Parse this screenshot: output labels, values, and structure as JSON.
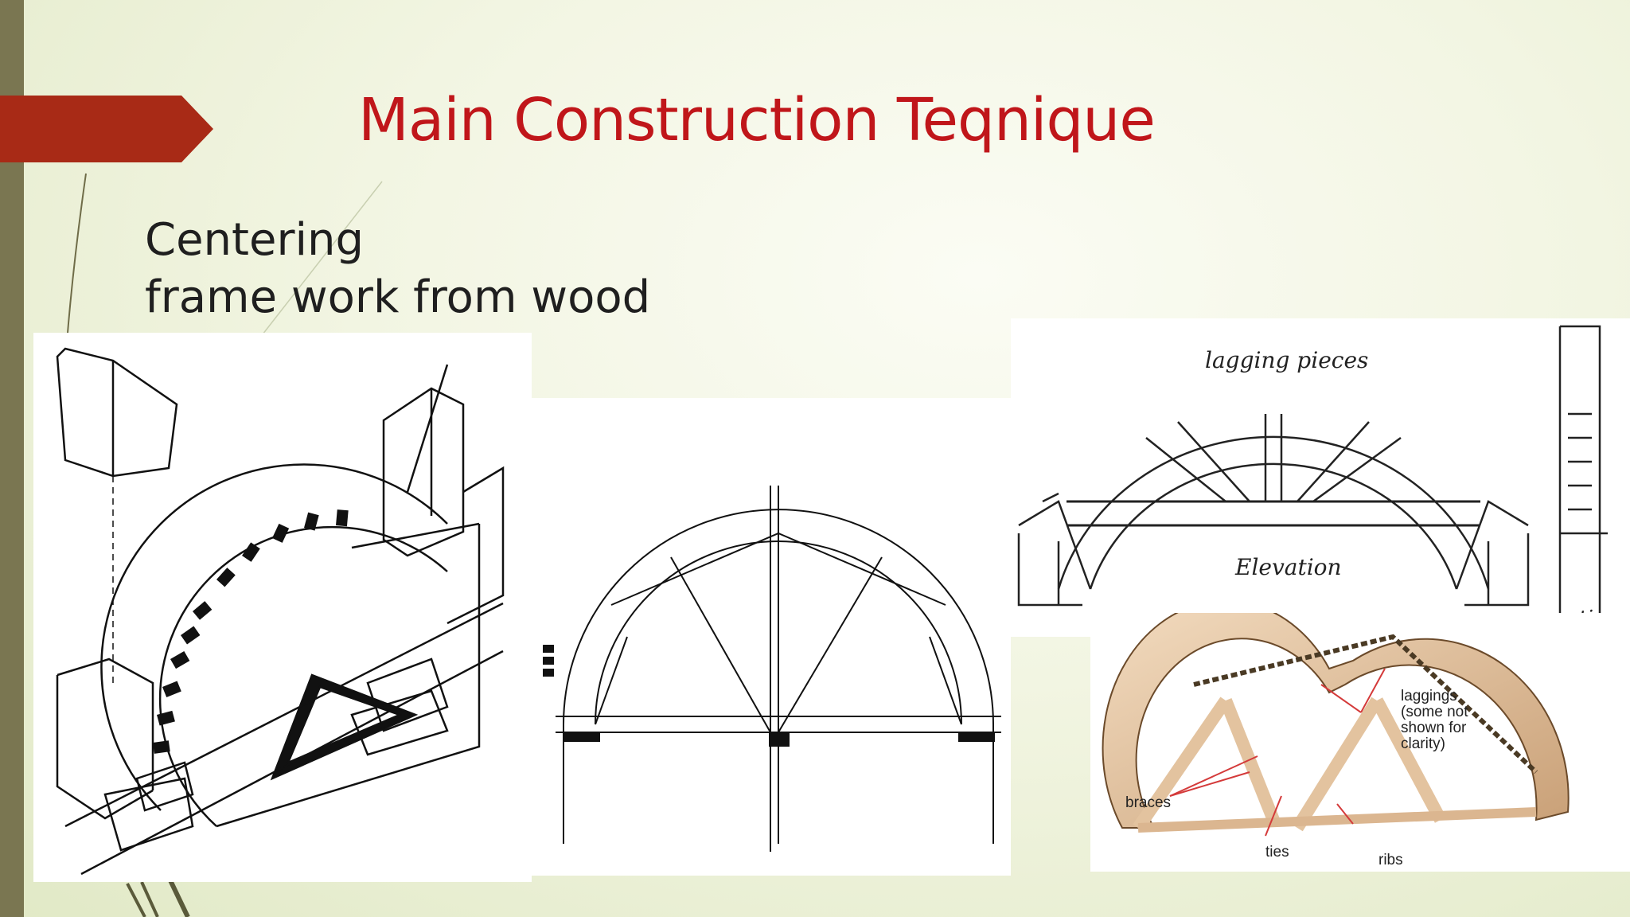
{
  "slide": {
    "title": "Main Construction Teqnique",
    "body_lines": [
      "Centering",
      " frame work from wood"
    ]
  },
  "drawings": {
    "elevation": {
      "top_label": "lagging pieces",
      "elevation_label": "Elevation",
      "section_label": "section"
    },
    "rendering": {
      "laggings_note": [
        "laggings",
        "(some not",
        "shown for",
        "clarity)"
      ],
      "braces": "braces",
      "ties": "ties",
      "ribs": "ribs"
    }
  },
  "colors": {
    "title": "#c0161a",
    "banner": "#a82a16",
    "left_bar": "#7a7651",
    "pointer_arrows": "#d43a3a"
  }
}
